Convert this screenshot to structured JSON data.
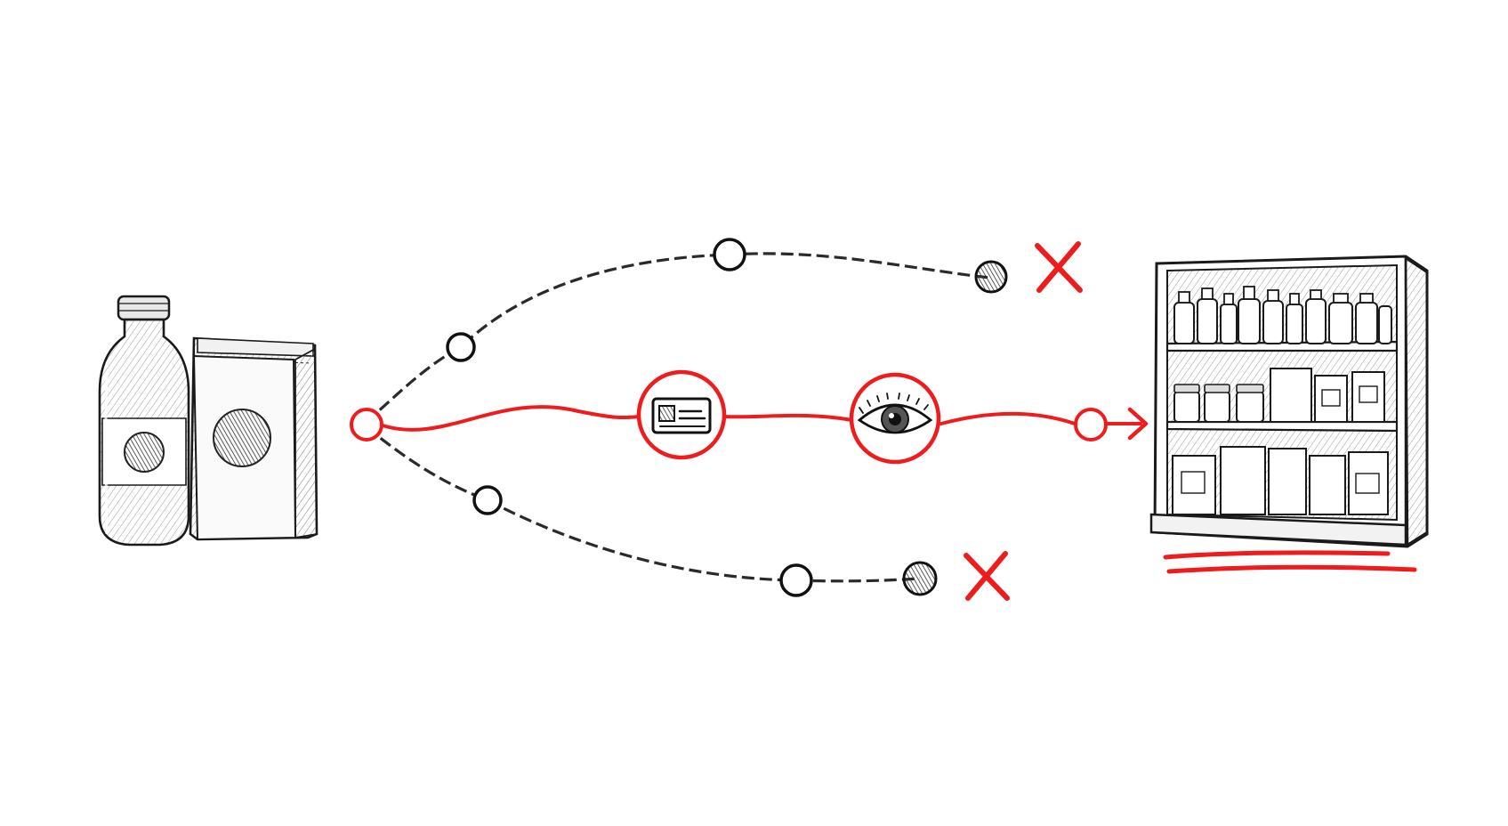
{
  "diagram": {
    "colors": {
      "accent": "#ee1c1c",
      "ink": "#1a1a1a",
      "background": "#ffffff"
    },
    "source": {
      "items": [
        {
          "icon": "bottle-icon"
        },
        {
          "icon": "pouch-bag-icon"
        }
      ]
    },
    "paths": {
      "successful": {
        "color": "accent",
        "stages": [
          {
            "icon": "id-card-icon"
          },
          {
            "icon": "eye-icon"
          }
        ],
        "end": "arrow-icon"
      },
      "failed": [
        {
          "position": "upper",
          "end": "cross-icon"
        },
        {
          "position": "lower",
          "end": "cross-icon"
        }
      ]
    },
    "destination": {
      "icon": "store-shelf-icon",
      "underline": "double"
    }
  }
}
